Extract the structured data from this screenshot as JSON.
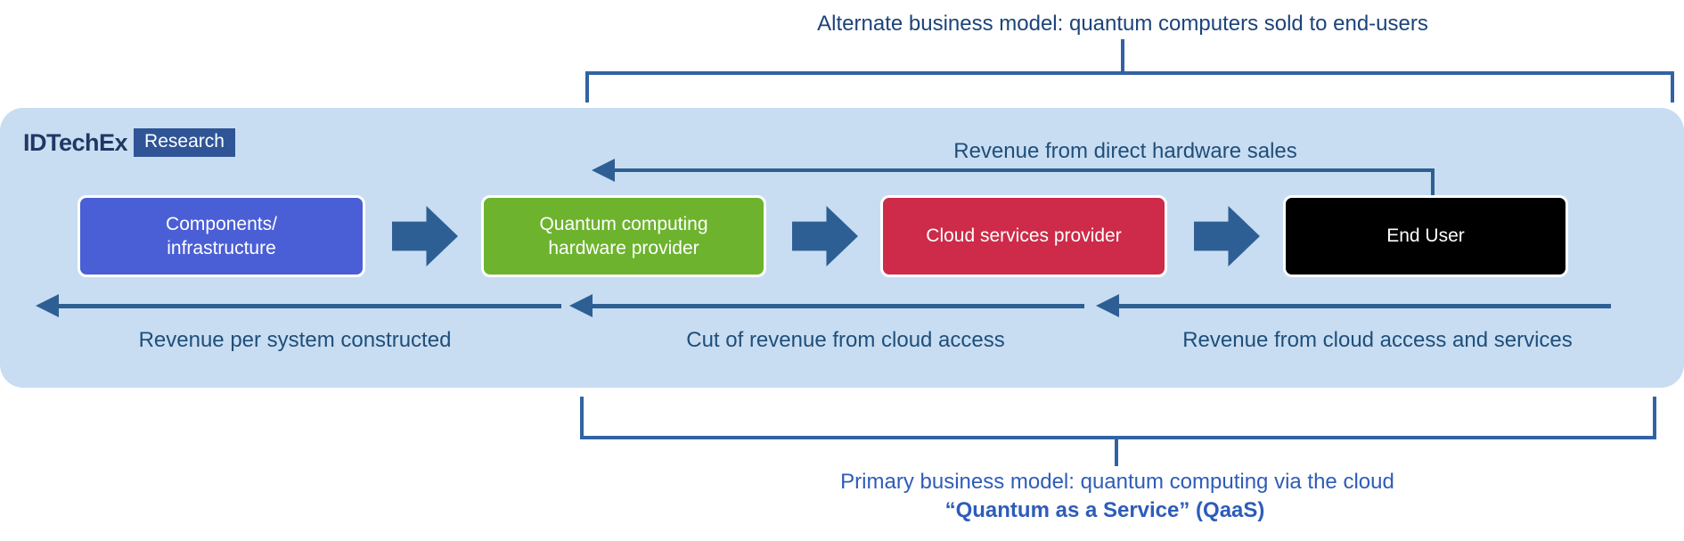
{
  "colors": {
    "container_bg": "#C8DDF2",
    "box_components": "#4A5FD5",
    "box_hardware": "#6DB32E",
    "box_cloud": "#CD2B49",
    "box_enduser": "#000000",
    "flow_arrow": "#2E5F94",
    "bracket": "#3163A4",
    "annotation_top": "#1C437A",
    "annotation_bottom": "#2E5CB8",
    "revenue_label": "#1F4E79",
    "logo_brand": "#1F3864",
    "logo_tag_bg": "#2F5597"
  },
  "top_annotation": {
    "label": "Alternate business model: quantum computers sold to end-users"
  },
  "logo": {
    "brand": "IDTechEx",
    "tag": "Research"
  },
  "flow_boxes": [
    {
      "label": "Components/\ninfrastructure"
    },
    {
      "label": "Quantum computing\nhardware provider"
    },
    {
      "label": "Cloud services provider"
    },
    {
      "label": "End User"
    }
  ],
  "hardware_sales_label": "Revenue from direct hardware sales",
  "revenue_labels": [
    "Revenue per system constructed",
    "Cut of revenue from cloud access",
    "Revenue from cloud access and services"
  ],
  "bottom_annotation": {
    "line1": "Primary business model: quantum computing via the cloud",
    "line2": "“Quantum as a Service” (QaaS)"
  }
}
